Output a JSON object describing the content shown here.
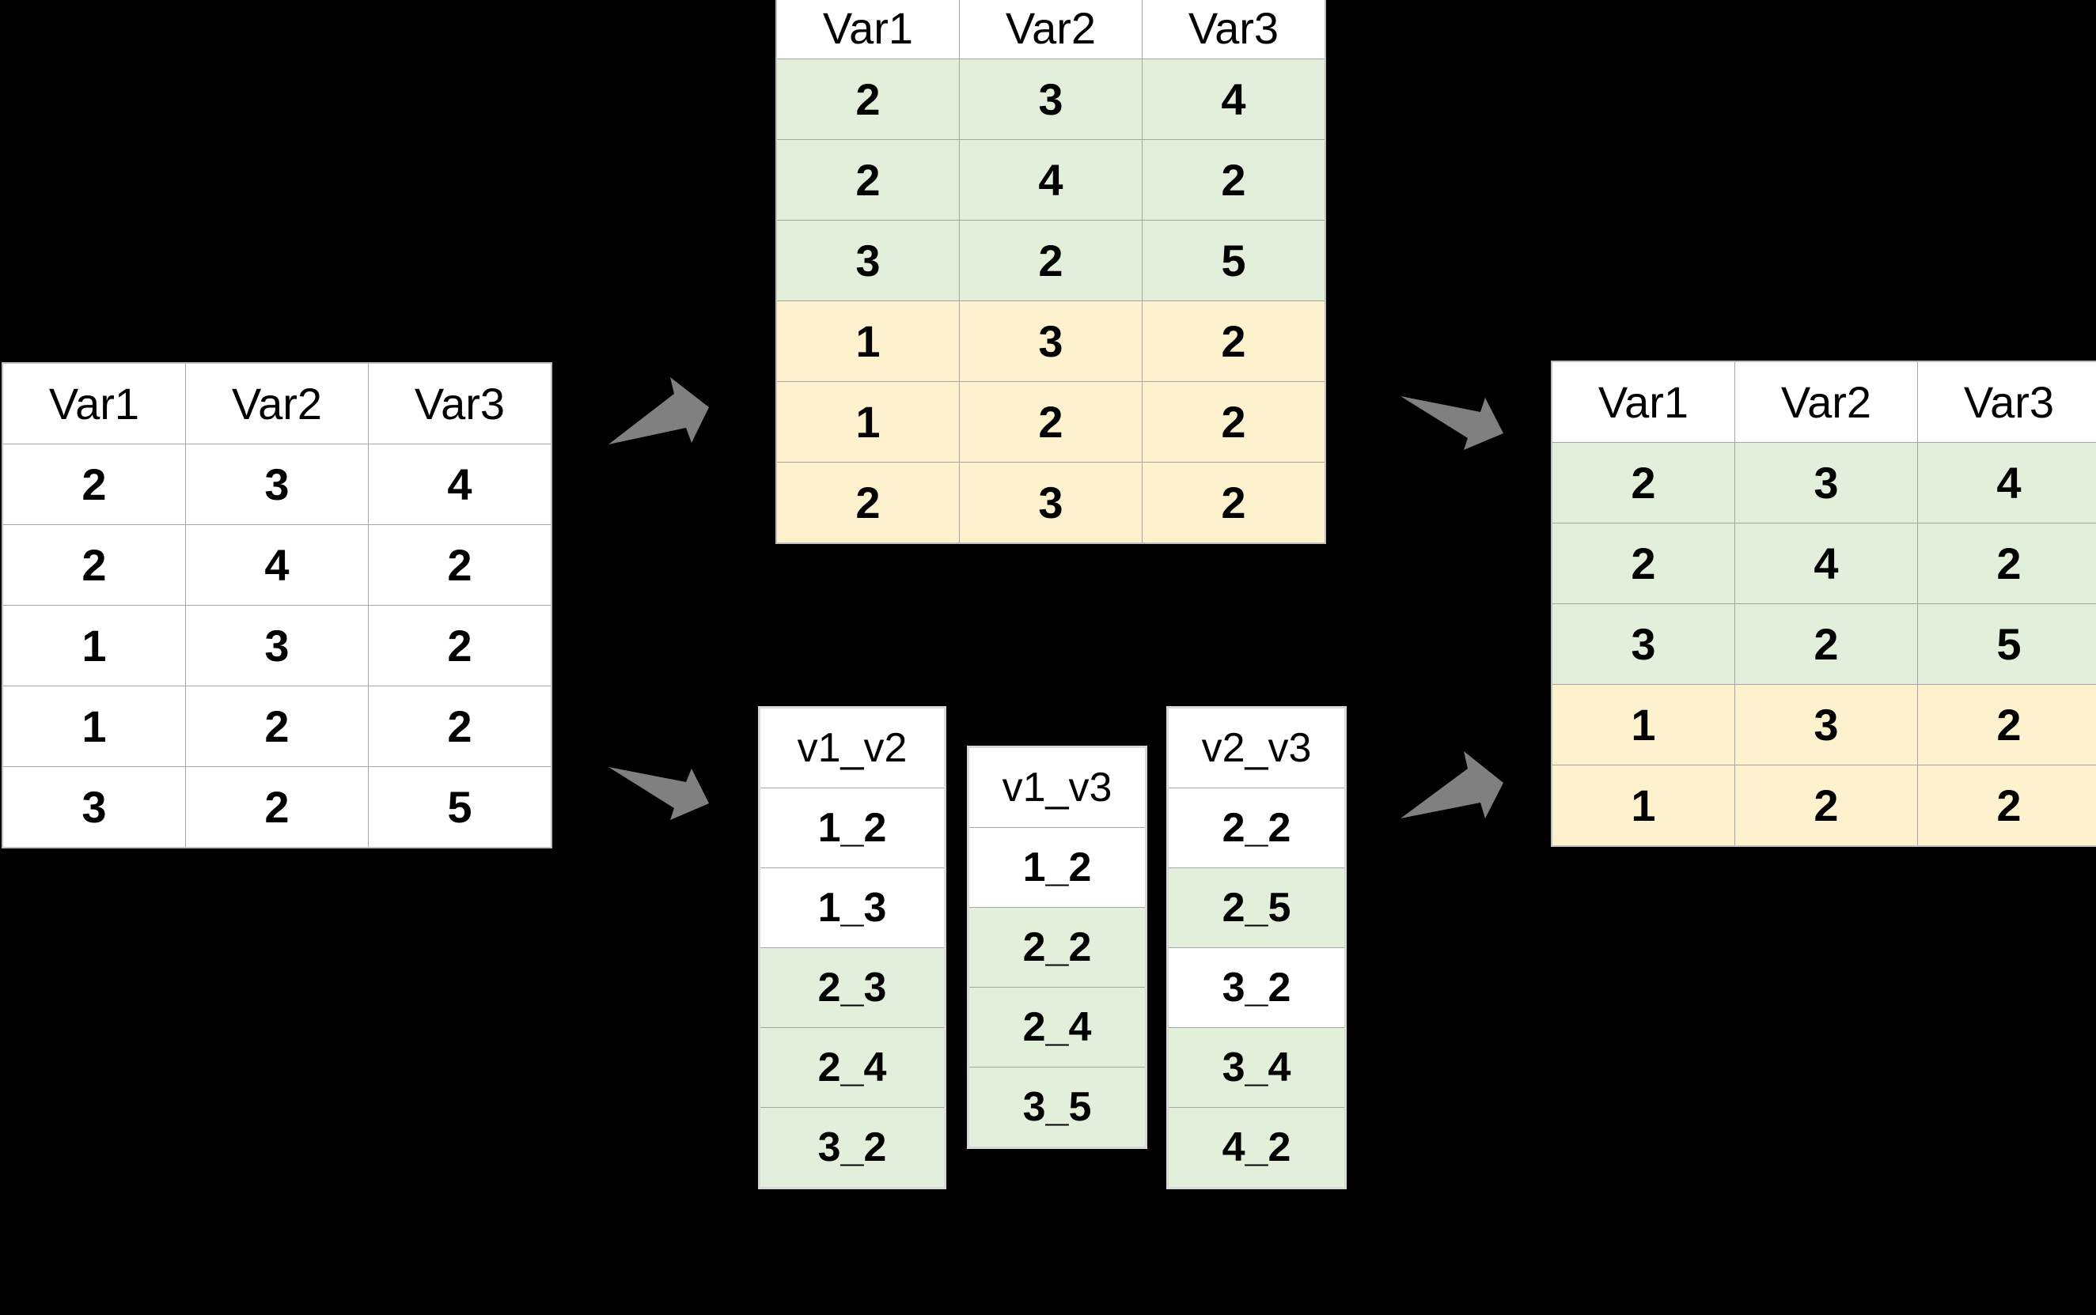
{
  "colors": {
    "background": "#000000",
    "table_fill_white": "#ffffff",
    "row_green": "#e2efda",
    "row_yellow": "#fdf2cd",
    "grid_line": "#a6a6a6",
    "table_border": "#bfbfbf",
    "arrow": "#808080",
    "text": "#000000"
  },
  "tables": {
    "source": {
      "name": "source-table",
      "headers": [
        "Var1",
        "Var2",
        "Var3"
      ],
      "rows": [
        {
          "cells": [
            "2",
            "3",
            "4"
          ],
          "highlight": "white"
        },
        {
          "cells": [
            "2",
            "4",
            "2"
          ],
          "highlight": "white"
        },
        {
          "cells": [
            "1",
            "3",
            "2"
          ],
          "highlight": "white"
        },
        {
          "cells": [
            "1",
            "2",
            "2"
          ],
          "highlight": "white"
        },
        {
          "cells": [
            "3",
            "2",
            "5"
          ],
          "highlight": "white"
        }
      ]
    },
    "combined": {
      "name": "combined-table",
      "headers": [
        "Var1",
        "Var2",
        "Var3"
      ],
      "rows": [
        {
          "cells": [
            "2",
            "3",
            "4"
          ],
          "highlight": "green"
        },
        {
          "cells": [
            "2",
            "4",
            "2"
          ],
          "highlight": "green"
        },
        {
          "cells": [
            "3",
            "2",
            "5"
          ],
          "highlight": "green"
        },
        {
          "cells": [
            "1",
            "3",
            "2"
          ],
          "highlight": "yellow"
        },
        {
          "cells": [
            "1",
            "2",
            "2"
          ],
          "highlight": "yellow"
        },
        {
          "cells": [
            "2",
            "3",
            "2"
          ],
          "highlight": "yellow"
        }
      ]
    },
    "result": {
      "name": "result-table",
      "headers": [
        "Var1",
        "Var2",
        "Var3"
      ],
      "rows": [
        {
          "cells": [
            "2",
            "3",
            "4"
          ],
          "highlight": "green"
        },
        {
          "cells": [
            "2",
            "4",
            "2"
          ],
          "highlight": "green"
        },
        {
          "cells": [
            "3",
            "2",
            "5"
          ],
          "highlight": "green"
        },
        {
          "cells": [
            "1",
            "3",
            "2"
          ],
          "highlight": "yellow"
        },
        {
          "cells": [
            "1",
            "2",
            "2"
          ],
          "highlight": "yellow"
        }
      ]
    },
    "key_v1_v2": {
      "name": "key-table-v1-v2",
      "header": "v1_v2",
      "rows": [
        {
          "value": "1_2",
          "highlight": "white"
        },
        {
          "value": "1_3",
          "highlight": "white"
        },
        {
          "value": "2_3",
          "highlight": "green"
        },
        {
          "value": "2_4",
          "highlight": "green"
        },
        {
          "value": "3_2",
          "highlight": "green"
        }
      ]
    },
    "key_v1_v3": {
      "name": "key-table-v1-v3",
      "header": "v1_v3",
      "rows": [
        {
          "value": "1_2",
          "highlight": "white"
        },
        {
          "value": "2_2",
          "highlight": "green"
        },
        {
          "value": "2_4",
          "highlight": "green"
        },
        {
          "value": "3_5",
          "highlight": "green"
        }
      ]
    },
    "key_v2_v3": {
      "name": "key-table-v2-v3",
      "header": "v2_v3",
      "rows": [
        {
          "value": "2_2",
          "highlight": "white"
        },
        {
          "value": "2_5",
          "highlight": "green"
        },
        {
          "value": "3_2",
          "highlight": "white"
        },
        {
          "value": "3_4",
          "highlight": "green"
        },
        {
          "value": "4_2",
          "highlight": "green"
        }
      ]
    }
  },
  "arrows": [
    {
      "name": "arrow-source-to-combined",
      "direction": "up-right"
    },
    {
      "name": "arrow-source-to-keys",
      "direction": "down-right"
    },
    {
      "name": "arrow-combined-to-result",
      "direction": "down-right"
    },
    {
      "name": "arrow-keys-to-result",
      "direction": "up-right"
    }
  ]
}
